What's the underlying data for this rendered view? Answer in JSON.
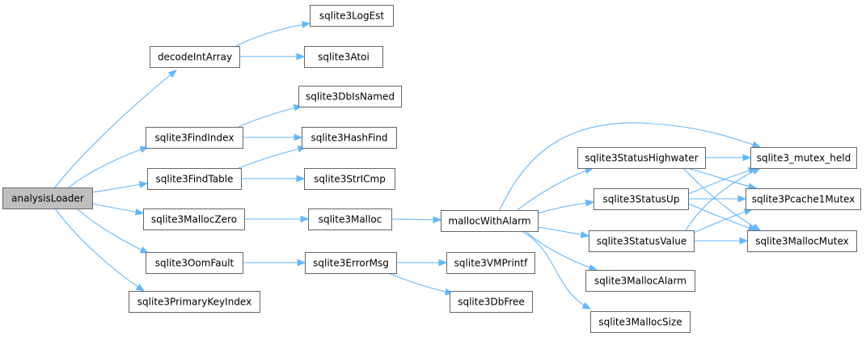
{
  "graph": {
    "root": "analysisLoader",
    "nodes": [
      {
        "id": "analysisLoader",
        "label": "analysisLoader"
      },
      {
        "id": "decodeIntArray",
        "label": "decodeIntArray"
      },
      {
        "id": "sqlite3LogEst",
        "label": "sqlite3LogEst"
      },
      {
        "id": "sqlite3Atoi",
        "label": "sqlite3Atoi"
      },
      {
        "id": "sqlite3DbIsNamed",
        "label": "sqlite3DbIsNamed"
      },
      {
        "id": "sqlite3FindIndex",
        "label": "sqlite3FindIndex"
      },
      {
        "id": "sqlite3HashFind",
        "label": "sqlite3HashFind"
      },
      {
        "id": "sqlite3FindTable",
        "label": "sqlite3FindTable"
      },
      {
        "id": "sqlite3StrICmp",
        "label": "sqlite3StrICmp"
      },
      {
        "id": "sqlite3MallocZero",
        "label": "sqlite3MallocZero"
      },
      {
        "id": "sqlite3Malloc",
        "label": "sqlite3Malloc"
      },
      {
        "id": "mallocWithAlarm",
        "label": "mallocWithAlarm"
      },
      {
        "id": "sqlite3OomFault",
        "label": "sqlite3OomFault"
      },
      {
        "id": "sqlite3ErrorMsg",
        "label": "sqlite3ErrorMsg"
      },
      {
        "id": "sqlite3VMPrintf",
        "label": "sqlite3VMPrintf"
      },
      {
        "id": "sqlite3DbFree",
        "label": "sqlite3DbFree"
      },
      {
        "id": "sqlite3PrimaryKeyIndex",
        "label": "sqlite3PrimaryKeyIndex"
      },
      {
        "id": "sqlite3StatusHighwater",
        "label": "sqlite3StatusHighwater"
      },
      {
        "id": "sqlite3StatusUp",
        "label": "sqlite3StatusUp"
      },
      {
        "id": "sqlite3StatusValue",
        "label": "sqlite3StatusValue"
      },
      {
        "id": "sqlite3MallocAlarm",
        "label": "sqlite3MallocAlarm"
      },
      {
        "id": "sqlite3MallocSize",
        "label": "sqlite3MallocSize"
      },
      {
        "id": "sqlite3_mutex_held",
        "label": "sqlite3_mutex_held"
      },
      {
        "id": "sqlite3Pcache1Mutex",
        "label": "sqlite3Pcache1Mutex"
      },
      {
        "id": "sqlite3MallocMutex",
        "label": "sqlite3MallocMutex"
      }
    ],
    "edges": [
      {
        "from": "analysisLoader",
        "to": "decodeIntArray"
      },
      {
        "from": "analysisLoader",
        "to": "sqlite3FindIndex"
      },
      {
        "from": "analysisLoader",
        "to": "sqlite3FindTable"
      },
      {
        "from": "analysisLoader",
        "to": "sqlite3MallocZero"
      },
      {
        "from": "analysisLoader",
        "to": "sqlite3OomFault"
      },
      {
        "from": "analysisLoader",
        "to": "sqlite3PrimaryKeyIndex"
      },
      {
        "from": "decodeIntArray",
        "to": "sqlite3LogEst"
      },
      {
        "from": "decodeIntArray",
        "to": "sqlite3Atoi"
      },
      {
        "from": "sqlite3FindIndex",
        "to": "sqlite3DbIsNamed"
      },
      {
        "from": "sqlite3FindIndex",
        "to": "sqlite3HashFind"
      },
      {
        "from": "sqlite3FindTable",
        "to": "sqlite3HashFind"
      },
      {
        "from": "sqlite3FindTable",
        "to": "sqlite3StrICmp"
      },
      {
        "from": "sqlite3MallocZero",
        "to": "sqlite3Malloc"
      },
      {
        "from": "sqlite3Malloc",
        "to": "mallocWithAlarm"
      },
      {
        "from": "sqlite3OomFault",
        "to": "sqlite3ErrorMsg"
      },
      {
        "from": "sqlite3ErrorMsg",
        "to": "sqlite3VMPrintf"
      },
      {
        "from": "sqlite3ErrorMsg",
        "to": "sqlite3DbFree"
      },
      {
        "from": "mallocWithAlarm",
        "to": "sqlite3_mutex_held"
      },
      {
        "from": "mallocWithAlarm",
        "to": "sqlite3StatusHighwater"
      },
      {
        "from": "mallocWithAlarm",
        "to": "sqlite3StatusUp"
      },
      {
        "from": "mallocWithAlarm",
        "to": "sqlite3StatusValue"
      },
      {
        "from": "mallocWithAlarm",
        "to": "sqlite3MallocAlarm"
      },
      {
        "from": "mallocWithAlarm",
        "to": "sqlite3MallocSize"
      },
      {
        "from": "sqlite3StatusHighwater",
        "to": "sqlite3_mutex_held"
      },
      {
        "from": "sqlite3StatusHighwater",
        "to": "sqlite3Pcache1Mutex"
      },
      {
        "from": "sqlite3StatusHighwater",
        "to": "sqlite3MallocMutex"
      },
      {
        "from": "sqlite3StatusUp",
        "to": "sqlite3_mutex_held"
      },
      {
        "from": "sqlite3StatusUp",
        "to": "sqlite3Pcache1Mutex"
      },
      {
        "from": "sqlite3StatusUp",
        "to": "sqlite3MallocMutex"
      },
      {
        "from": "sqlite3StatusValue",
        "to": "sqlite3_mutex_held"
      },
      {
        "from": "sqlite3StatusValue",
        "to": "sqlite3Pcache1Mutex"
      },
      {
        "from": "sqlite3StatusValue",
        "to": "sqlite3MallocMutex"
      }
    ],
    "colors": {
      "edge": "#63b8ff",
      "node_border": "#666666",
      "node_fill": "#ffffff",
      "root_fill": "#bfbfbf"
    }
  }
}
